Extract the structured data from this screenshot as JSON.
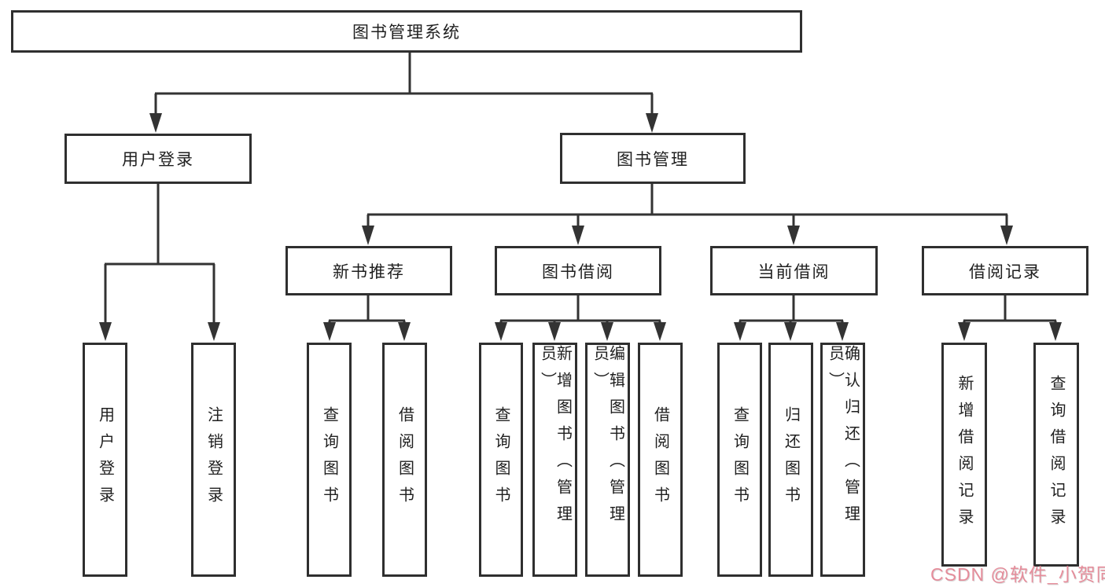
{
  "diagram": {
    "root": "图书管理系统",
    "branches": {
      "user_login": {
        "label": "用户登录",
        "children": [
          "用户登录",
          "注销登录"
        ]
      },
      "book_management": {
        "label": "图书管理",
        "groups": [
          {
            "label": "新书推荐",
            "children": [
              "查询图书",
              "借阅图书"
            ]
          },
          {
            "label": "图书借阅",
            "children": [
              "查询图书",
              "新增图书（管理员）",
              "编辑图书（管理员）",
              "借阅图书"
            ]
          },
          {
            "label": "当前借阅",
            "children": [
              "查询图书",
              "归还图书",
              "确认归还（管理员）"
            ]
          },
          {
            "label": "借阅记录",
            "children": [
              "新增借阅记录",
              "查询借阅记录"
            ]
          }
        ]
      }
    }
  },
  "watermark": {
    "text": "CSDN @软件_小贺同学"
  },
  "colors": {
    "line": "#333333",
    "box_border": "#2f2f2f",
    "text": "#1f1f1f",
    "watermark_pink": "#e58090",
    "background": "#ffffff"
  }
}
